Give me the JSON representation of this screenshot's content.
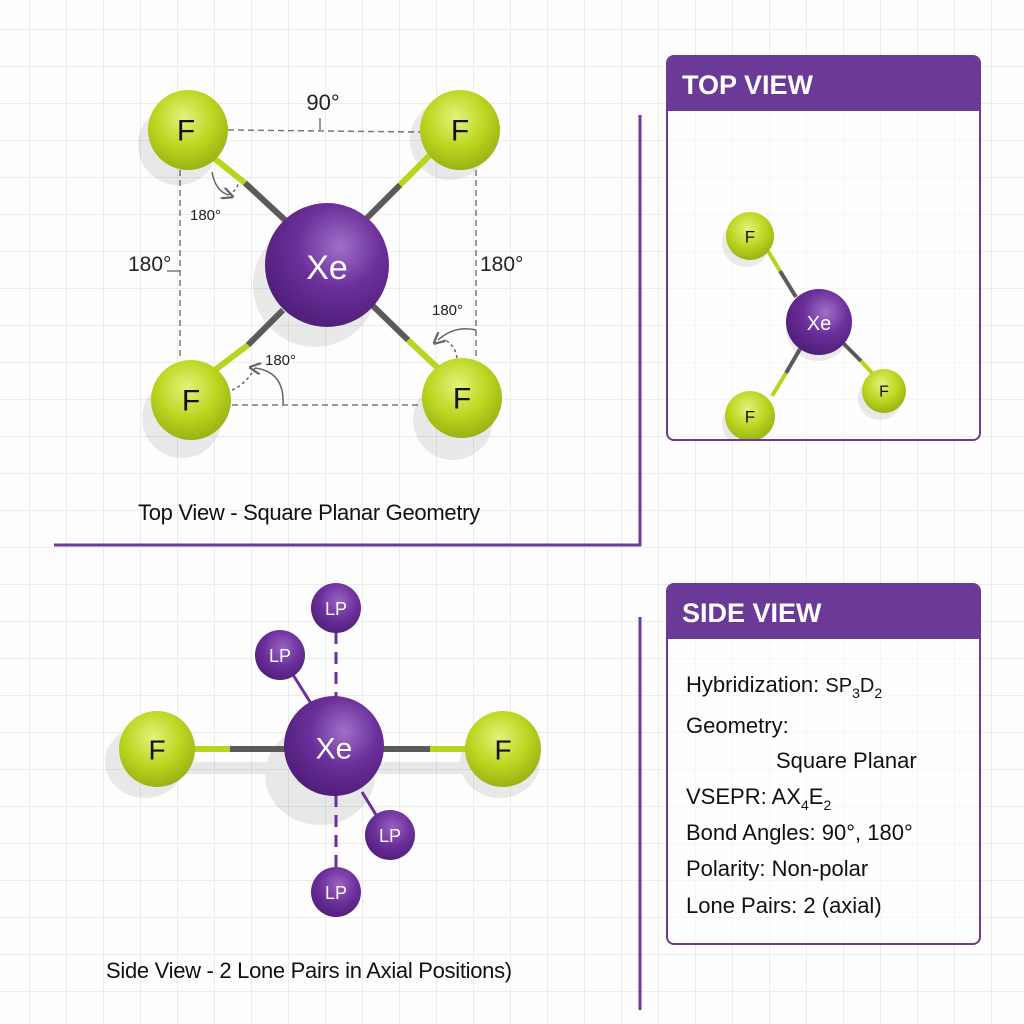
{
  "colors": {
    "xenon": "#6b2f9a",
    "fluorine": "#b8d41e",
    "accent": "#6b3a98",
    "bond_gray": "#5a5a5a",
    "dash": "#777777"
  },
  "top_view_diagram": {
    "central_atom": "Xe",
    "ligands": [
      "F",
      "F",
      "F",
      "F"
    ],
    "angle_labels": {
      "top": "90°",
      "left": "180°",
      "right": "180°",
      "inner_top_left": "180°",
      "inner_bottom": "180°",
      "inner_right": "180°"
    },
    "caption": "Top View - Square Planar Geometry"
  },
  "side_view_diagram": {
    "central_atom": "Xe",
    "ligands": [
      "F",
      "F"
    ],
    "lone_pair_label": "LP",
    "caption": "Side View - 2 Lone Pairs in Axial Positions)"
  },
  "top_view_panel": {
    "title": "TOP VIEW",
    "central_atom": "Xe",
    "ligands": [
      "F",
      "F",
      "F"
    ]
  },
  "side_view_panel": {
    "title": "SIDE VIEW",
    "hybridization_label": "Hybridization:",
    "hybridization_value": {
      "base1": "SP",
      "sub1": "3",
      "base2": "D",
      "sub2": "2"
    },
    "geometry_label": "Geometry:",
    "geometry_value": "Square Planar",
    "vsepr_label": "VSEPR:",
    "vsepr_value": {
      "base1": "AX",
      "sub1": "4",
      "base2": "E",
      "sub2": "2"
    },
    "bond_angles": "Bond Angles: 90°, 180°",
    "polarity": "Polarity: Non-polar",
    "lone_pairs": "Lone Pairs: 2 (axial)"
  }
}
